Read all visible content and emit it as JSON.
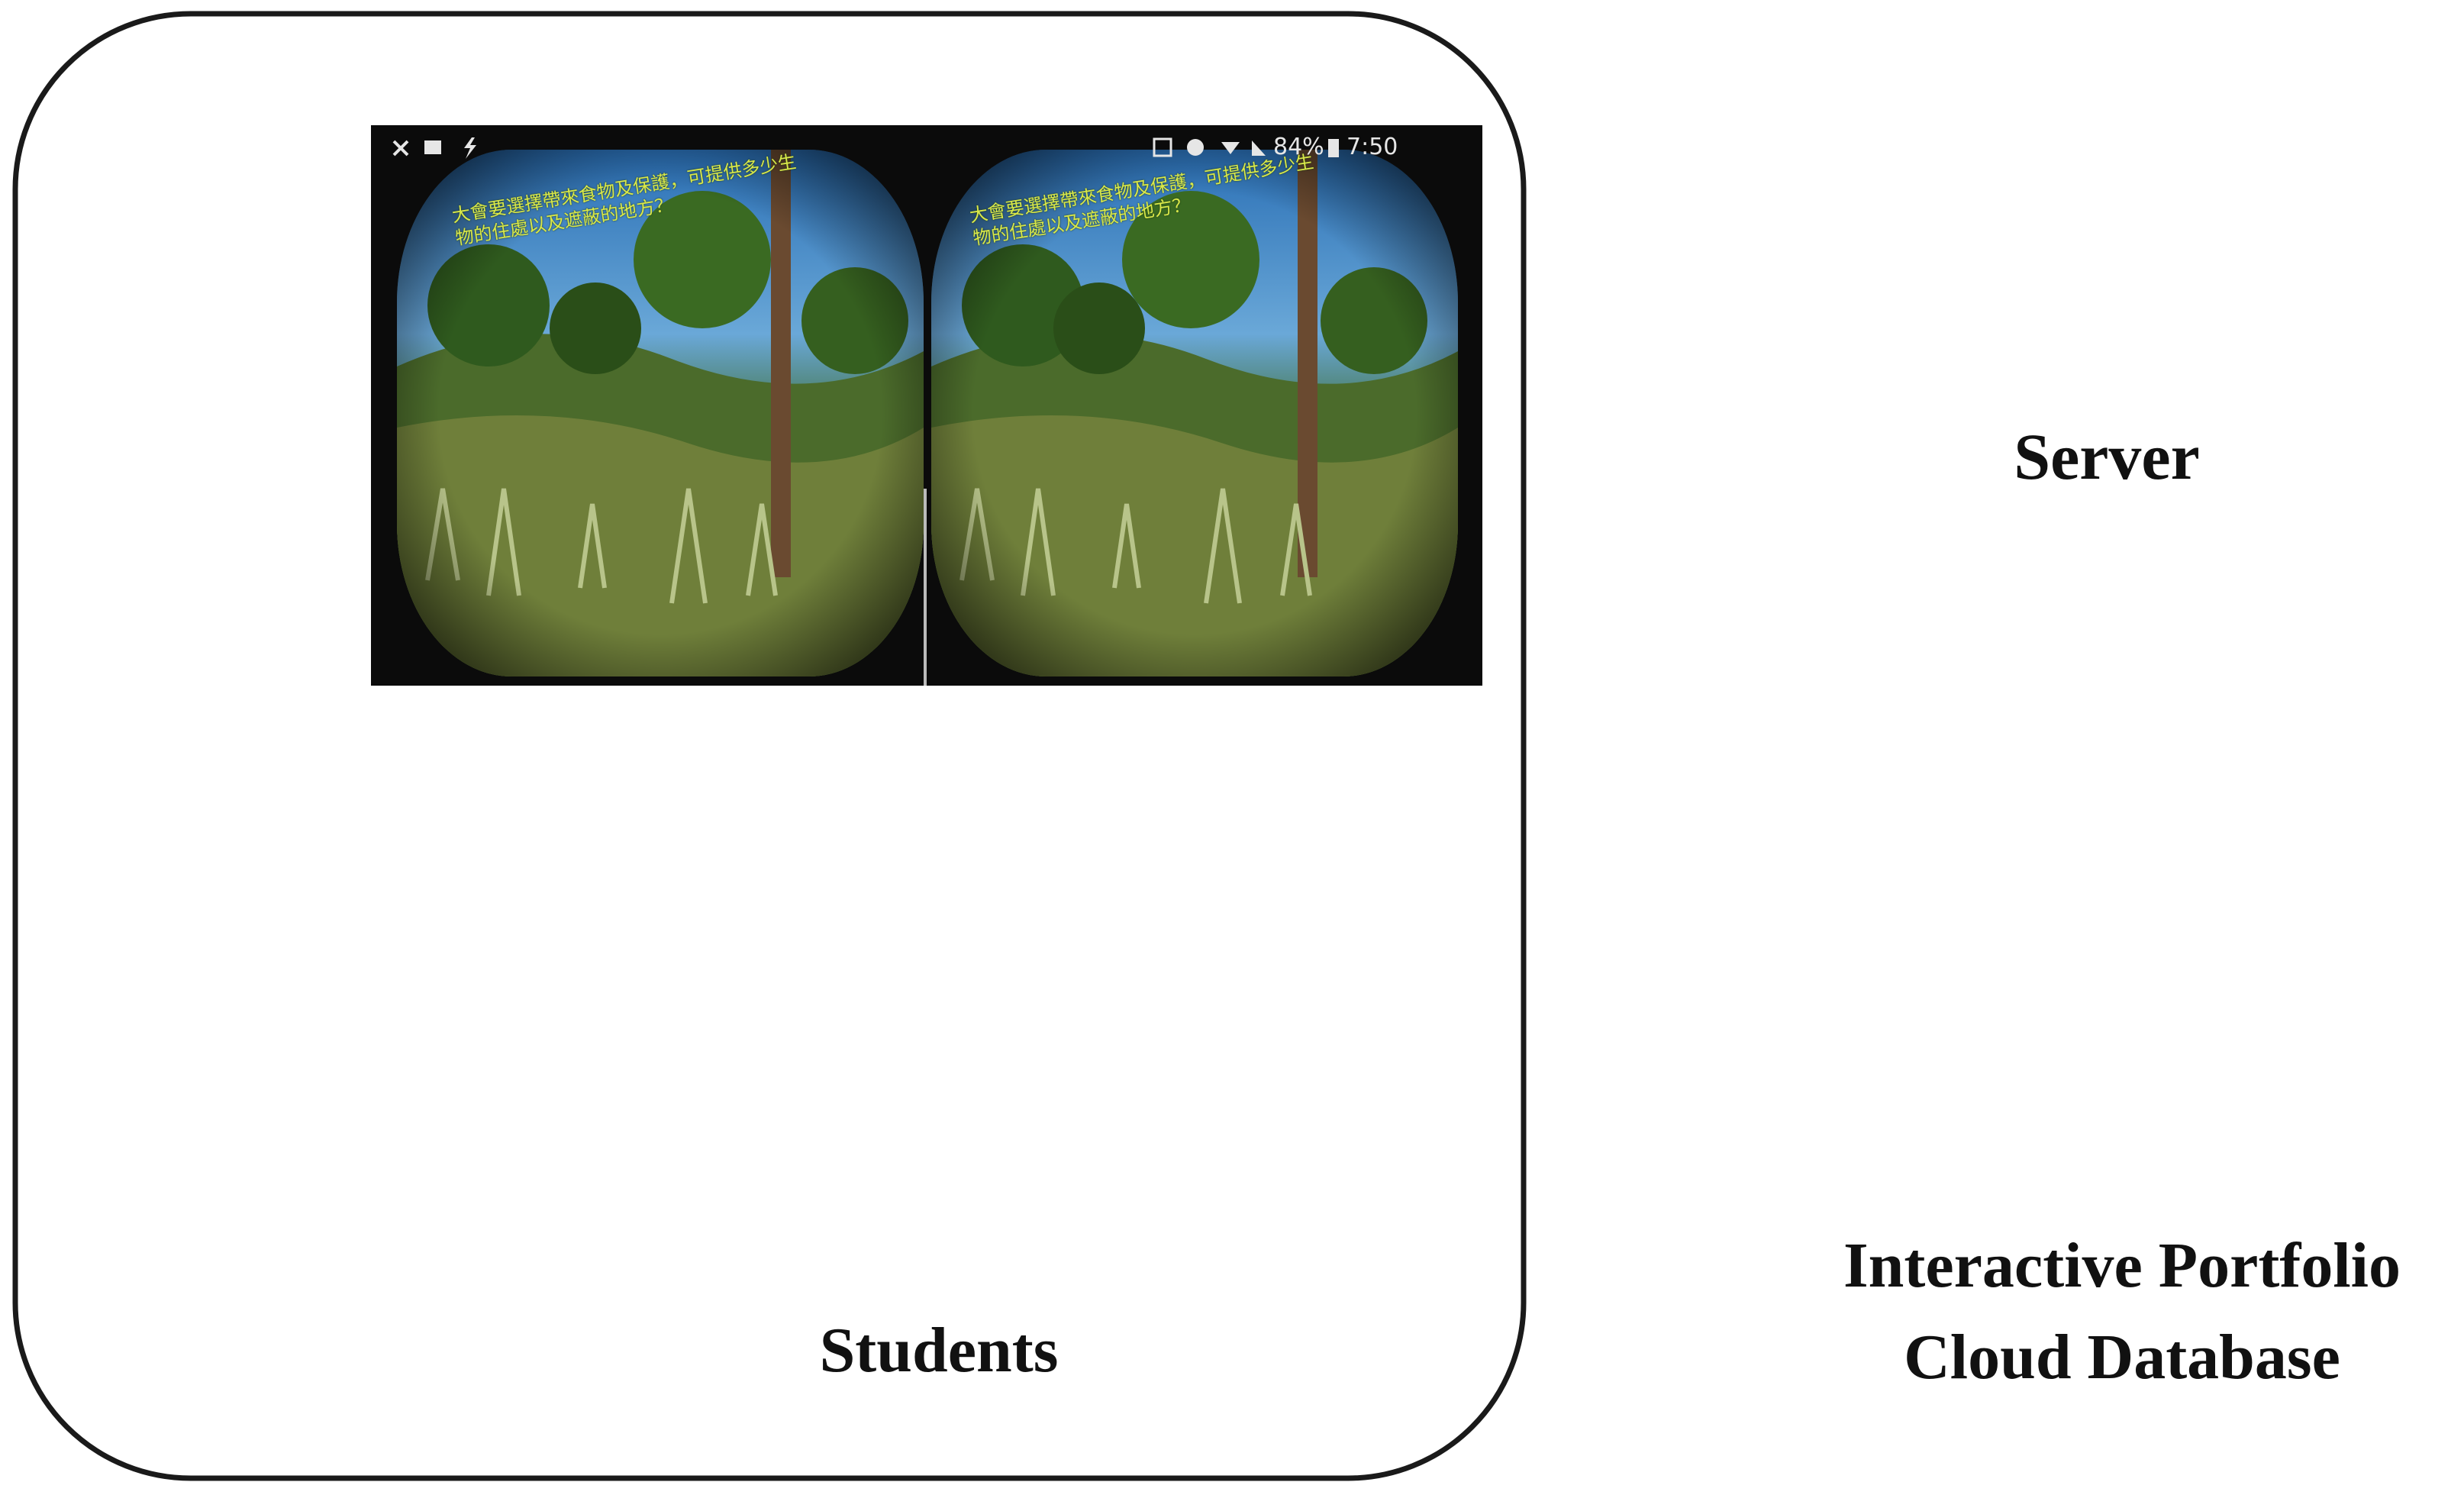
{
  "diagram": {
    "labels": {
      "server": "Server",
      "students": "Students",
      "portfolio_line1": "Interactive Portfolio",
      "portfolio_line2": "Cloud Database"
    },
    "vr_screen": {
      "caption_line1": "大會要選擇帶來食物及保護，可提供多少生",
      "caption_line2": "物的住處以及遮蔽的地方？",
      "status_battery": "84%",
      "status_time": "7:50"
    },
    "colors": {
      "frame": "#1a1a1a",
      "arrow_purple": "#a64df0",
      "arrow_blue": "#1a1ad6",
      "goggles": "#1fb24a",
      "hair": "#3a3530",
      "skin": "#f5e2b0",
      "silhouette": "#8a8a8a",
      "cloud": "#e6e6e6",
      "monitor": "#2a8fd8"
    },
    "icons": [
      "teacher-silhouette-icon",
      "student-vr-head-icon",
      "desktop-computer-icon",
      "cloud-icon",
      "database-icon",
      "gear-icon",
      "power-icon"
    ]
  }
}
